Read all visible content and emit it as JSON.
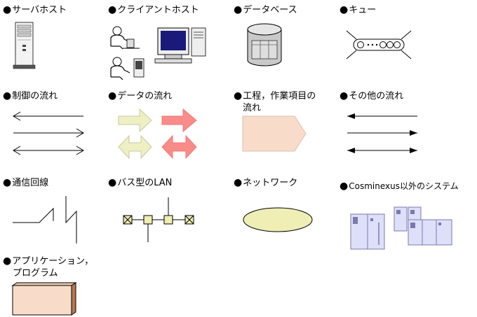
{
  "legend": {
    "server_host": "サーバホスト",
    "client_host": "クライアントホスト",
    "database": "データベース",
    "queue": "キュー",
    "control_flow": "制御の流れ",
    "data_flow": "データの流れ",
    "process_line1": "工程，作業項目の",
    "process_line2": "流れ",
    "other_flow": "その他の流れ",
    "comm_line": "通信回線",
    "bus_lan": "バス型のLAN",
    "network": "ネットワーク",
    "non_cosminexus": "Cosminexus以外のシステム",
    "application_line1": "アプリケーション，",
    "application_line2": "プログラム"
  },
  "bullet": "●",
  "colors": {
    "data_arrow_a": "#efefc4",
    "data_arrow_b": "#f98b89",
    "process_fill": "#f8dcc9",
    "network_fill": "#eeeeb5",
    "app_box_fill": "#f8dcc9",
    "system_fill": "#dedff8"
  }
}
